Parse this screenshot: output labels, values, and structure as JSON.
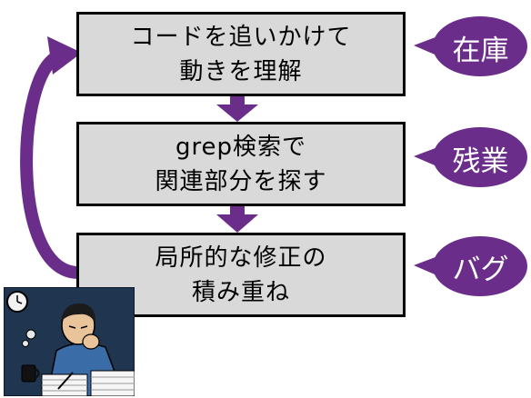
{
  "colors": {
    "accent": "#6a2e8a",
    "box_fill": "#d9d9d9",
    "box_border": "#000000"
  },
  "steps": [
    {
      "line1": "コードを追いかけて",
      "line2": "動きを理解"
    },
    {
      "line1": "grep検索で",
      "line2": "関連部分を探す"
    },
    {
      "line1": "局所的な修正の",
      "line2": "積み重ね"
    }
  ],
  "tags": [
    "在庫",
    "残業",
    "バグ"
  ],
  "illustration": {
    "icon": "tired-programmer-at-night-icon"
  }
}
